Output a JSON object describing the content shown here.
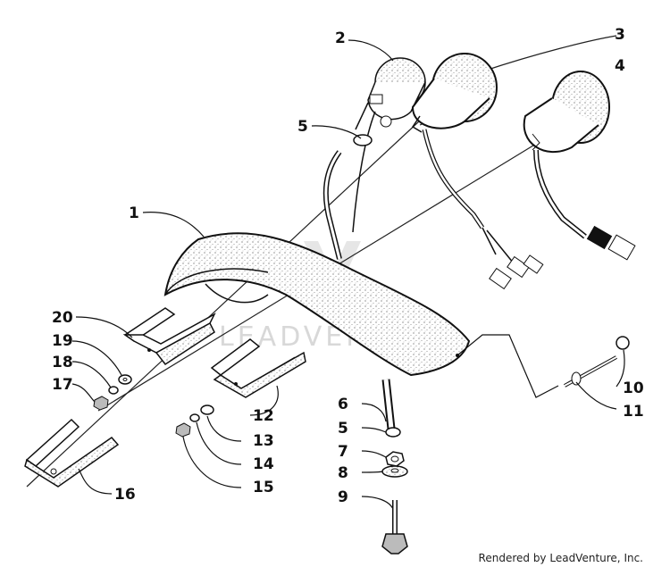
{
  "watermark": {
    "text": "LEADVENTURE"
  },
  "credit": {
    "text": "Rendered by LeadVenture, Inc."
  },
  "callouts": [
    {
      "id": "c1",
      "label": "1"
    },
    {
      "id": "c2",
      "label": "2"
    },
    {
      "id": "c3",
      "label": "3"
    },
    {
      "id": "c4",
      "label": "4"
    },
    {
      "id": "c5a",
      "label": "5"
    },
    {
      "id": "c5b",
      "label": "5"
    },
    {
      "id": "c6",
      "label": "6"
    },
    {
      "id": "c7",
      "label": "7"
    },
    {
      "id": "c8",
      "label": "8"
    },
    {
      "id": "c9",
      "label": "9"
    },
    {
      "id": "c10",
      "label": "10"
    },
    {
      "id": "c11",
      "label": "11"
    },
    {
      "id": "c12",
      "label": "12"
    },
    {
      "id": "c13",
      "label": "13"
    },
    {
      "id": "c14",
      "label": "14"
    },
    {
      "id": "c15",
      "label": "15"
    },
    {
      "id": "c16",
      "label": "16"
    },
    {
      "id": "c17",
      "label": "17"
    },
    {
      "id": "c18",
      "label": "18"
    },
    {
      "id": "c19",
      "label": "19"
    },
    {
      "id": "c20",
      "label": "20"
    }
  ]
}
